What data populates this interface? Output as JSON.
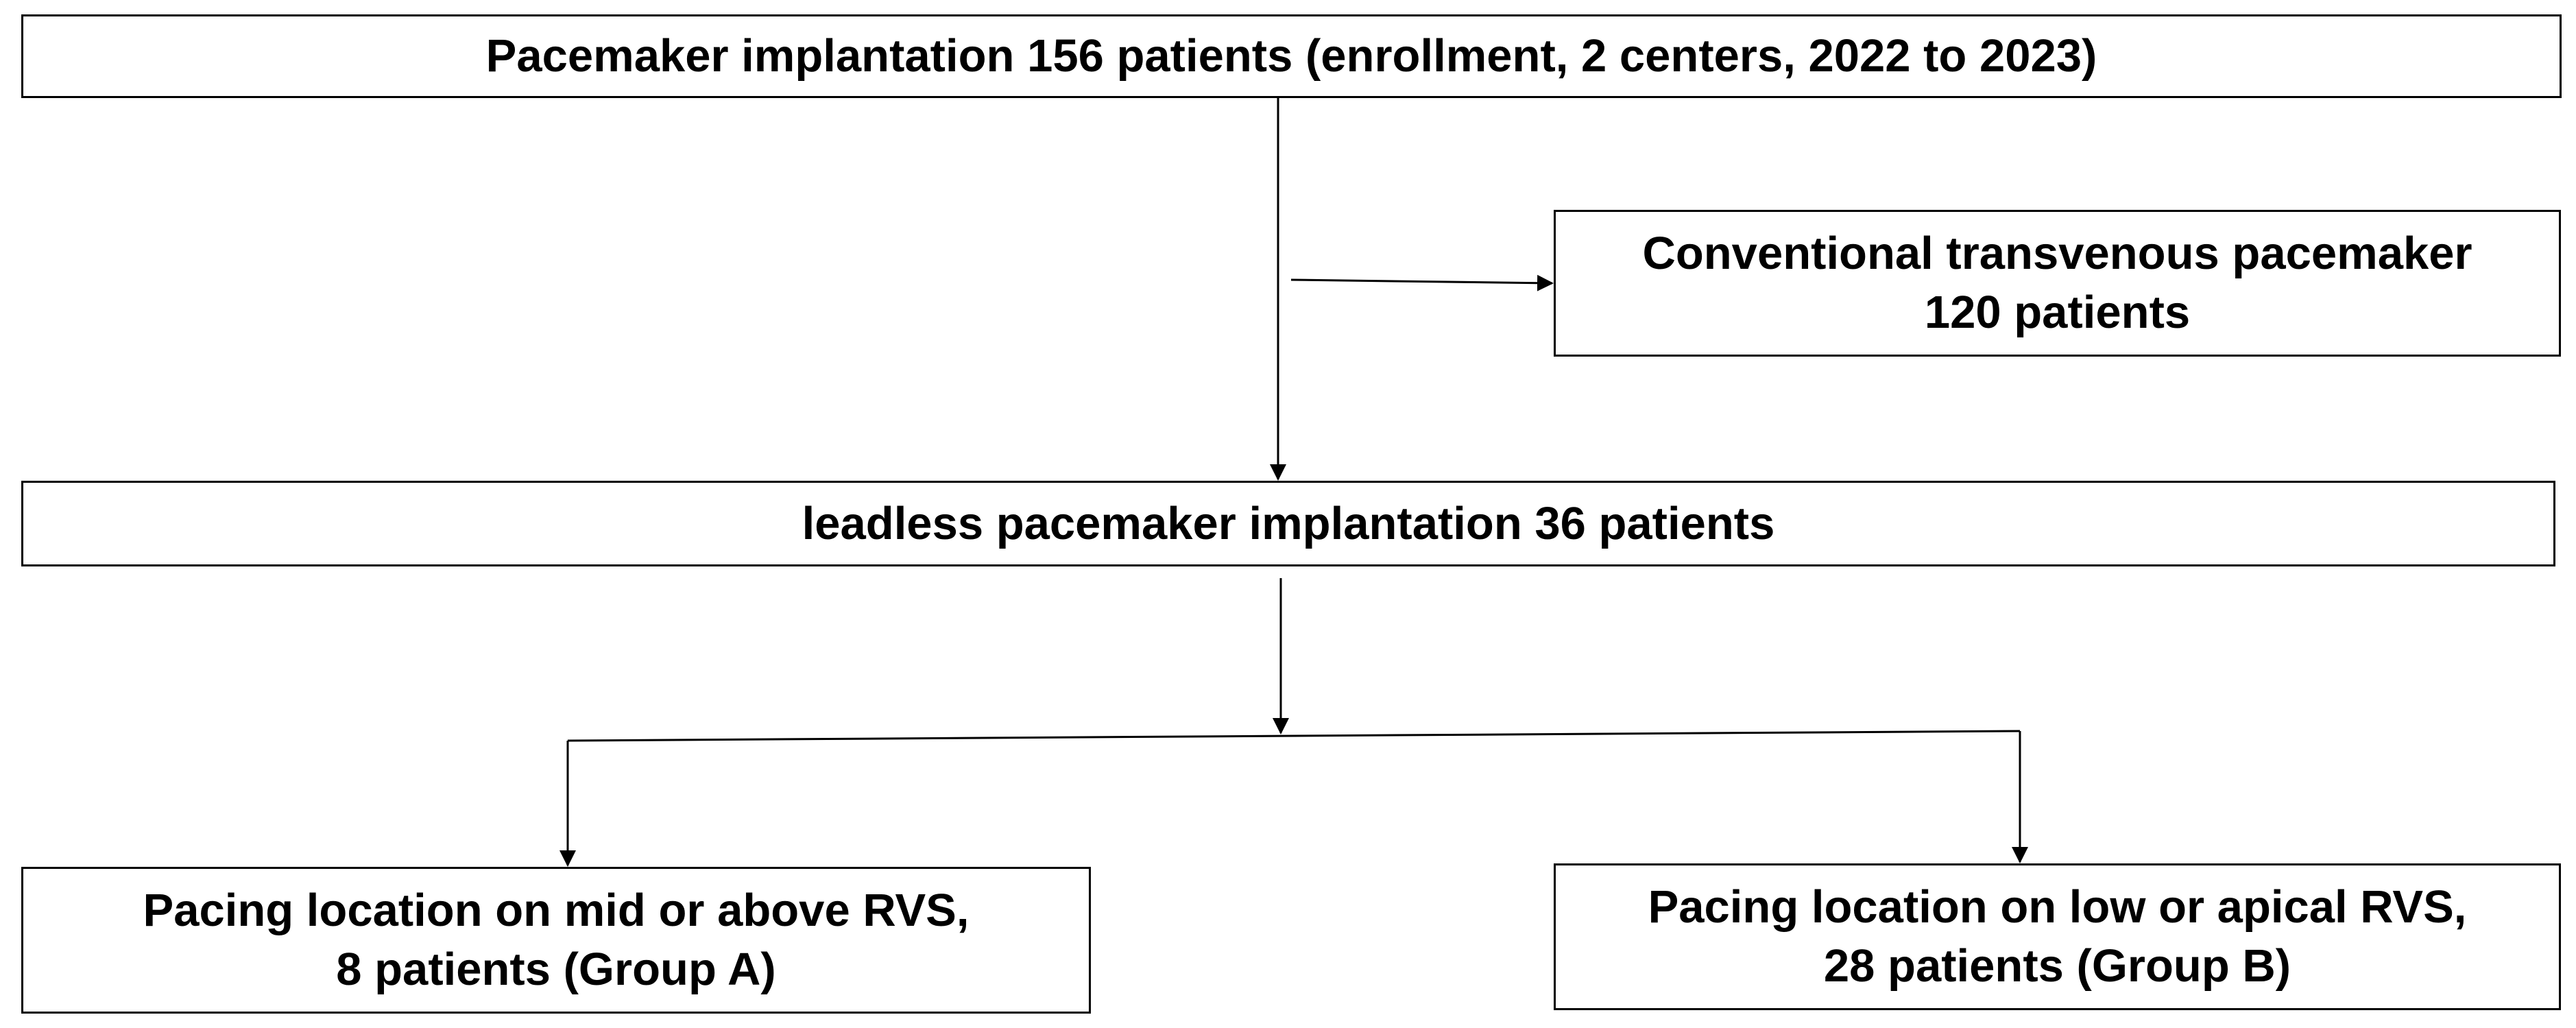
{
  "flowchart": {
    "top_box": {
      "lines": [
        "Pacemaker implantation 156 patients (enrollment, 2 centers, 2022 to 2023)"
      ]
    },
    "excluded_box": {
      "lines": [
        "Conventional transvenous pacemaker",
        "120 patients"
      ]
    },
    "leadless_box": {
      "lines": [
        "leadless pacemaker implantation 36 patients"
      ]
    },
    "group_a_box": {
      "lines": [
        "Pacing location on mid or above RVS,",
        "8 patients (Group A)"
      ]
    },
    "group_b_box": {
      "lines": [
        "Pacing location on low or apical RVS,",
        "28 patients (Group B)"
      ]
    }
  },
  "colors": {
    "stroke": "#000000",
    "background": "#ffffff"
  }
}
